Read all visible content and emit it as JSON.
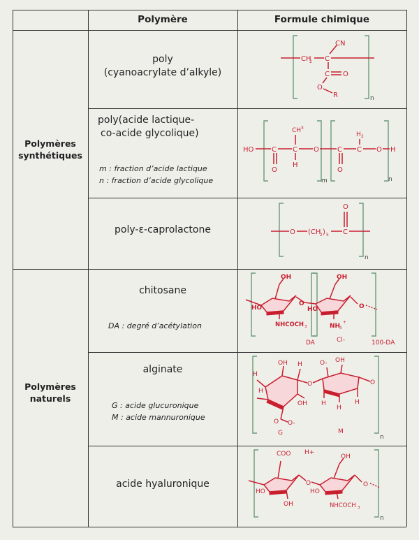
{
  "header": {
    "polymer": "Polymère",
    "formula": "Formule chimique"
  },
  "categories": {
    "synthetic": "Polymères synthétiques",
    "natural": "Polymères naturels"
  },
  "rows": [
    {
      "name_line1": "poly",
      "name_line2": "(cyanoacrylate d’alkyle)"
    },
    {
      "name_line1": "poly(acide lactique-",
      "name_line2": "co-acide glycolique)",
      "note1": "m : fraction d’acide lactique",
      "note2": "n : fraction d’acide glycolique"
    },
    {
      "name_line1": "poly-ε-caprolactone"
    },
    {
      "name_line1": "chitosane",
      "note1": "DA : degré d’acétylation"
    },
    {
      "name_line1": "alginate",
      "note1": "G : acide glucuronique",
      "note2": "M : acide mannuronique"
    },
    {
      "name_line1": "acide hyaluronique"
    }
  ],
  "formulas": {
    "cyano": {
      "ch2": "CH",
      "ch2_sub": "2",
      "c": "C",
      "cn": "CN",
      "o_dbl": "O",
      "o": "O",
      "r": "R",
      "n": "n"
    },
    "plga": {
      "ho": "HO",
      "c1": "C",
      "c2": "C",
      "c3": "C",
      "c4": "C",
      "o_mid": "O",
      "oh": "O",
      "h_end": "H",
      "ch3": "CH",
      "ch3_sub": "3",
      "h1": "H",
      "h2": "H",
      "h2_sub": "2",
      "o1": "O",
      "o2": "O",
      "m": "m",
      "n": "n"
    },
    "pcl": {
      "o": "O",
      "ch2": "(CH",
      "ch2_sub": "2",
      "ch2_sub5": ")",
      "five": "5",
      "c": "C",
      "o_dbl": "O",
      "n": "n"
    },
    "chitosan": {
      "oh1": "OH",
      "ho1": "HO",
      "o1": "O",
      "nhcoch3": "NHCOCH",
      "nh_sub": "3",
      "oh2": "OH",
      "ho2": "HO",
      "o2": "O",
      "nh3": "NH",
      "nh3_sub": "3",
      "plus": "+",
      "cl": "Cl-",
      "da": "DA",
      "hundred_da": "100-DA"
    },
    "alginate": {
      "g": "G",
      "m": "M",
      "n": "n",
      "h": "H",
      "oh": "OH",
      "o": "O",
      "o_minus": "O-"
    },
    "hyaluronic": {
      "coo": "COO",
      "h_plus": "H+",
      "oh": "OH",
      "ho": "HO",
      "o": "O",
      "nhcoch3": "NHCOCH",
      "sub3": "3",
      "n": "n"
    }
  }
}
